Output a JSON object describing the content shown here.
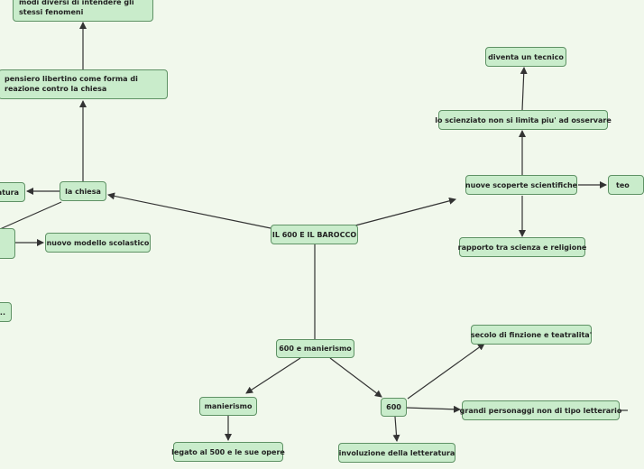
{
  "nodes": {
    "root": "IL 600 E IL BAROCCO",
    "chiesa": "la chiesa",
    "pensiero": "pensiero libertino come forma di reazione contro la chiesa",
    "modi": "modi diversi di intendere gli stessi fenomeni",
    "atura": "atura",
    "scolastico": "nuovo modello scolastico",
    "dots": "..",
    "scoperte": "nuove scoperte scientifiche",
    "scienziato": "lo scienziato non si limita piu' ad osservare",
    "tecnico": "diventa un tecnico",
    "teo": "teo",
    "rapporto": "rapporto tra scienza e religione",
    "manierismo600": "600 e manierismo",
    "manierismo": "manierismo",
    "legato": "legato al 500 e le sue opere",
    "n600": "600",
    "involuzione": "involuzione della letteratura",
    "finzione": "secolo di finzione e teatralita'",
    "personaggi": "grandi personaggi non di tipo letterario"
  }
}
